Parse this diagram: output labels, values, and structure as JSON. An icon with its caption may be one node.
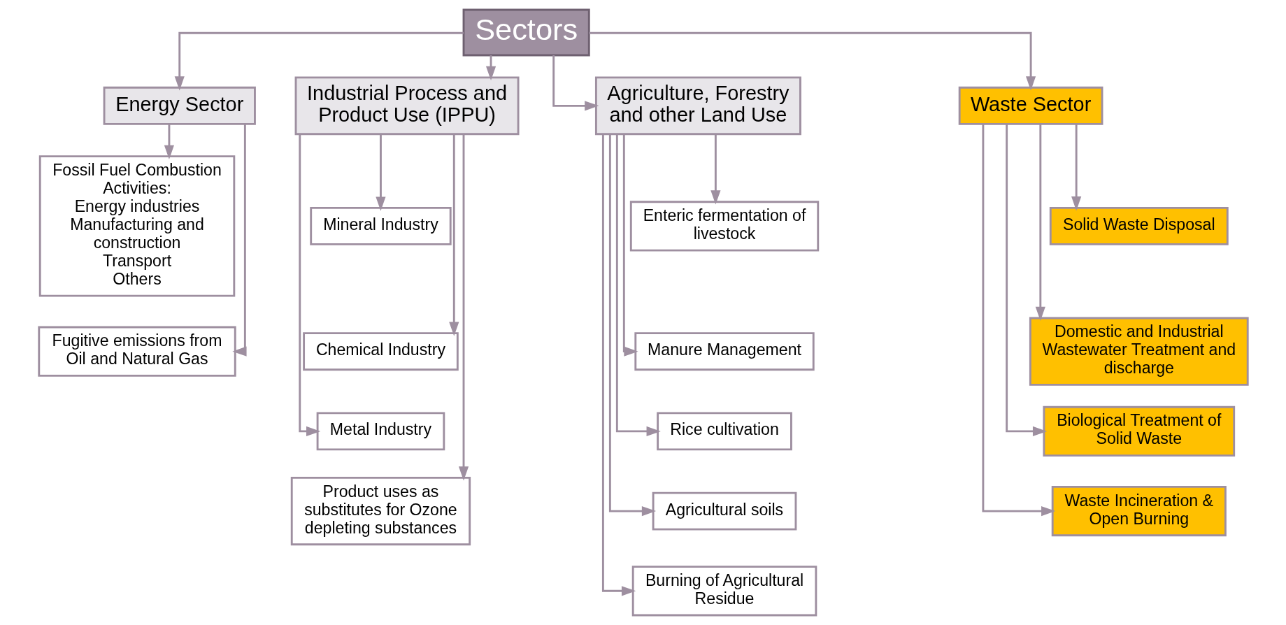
{
  "diagram": {
    "nodes": [
      {
        "text": [
          "Sectors"
        ]
      },
      {
        "text": [
          "Energy Sector"
        ]
      },
      {
        "text": [
          "Fossil Fuel Combustion Activities:",
          "Energy industries",
          "Manufacturing and construction",
          "Transport",
          "Others"
        ]
      },
      {
        "text": [
          "Fugitive emissions from Oil and Natural Gas"
        ]
      },
      {
        "text": [
          "Industrial Process and Product Use (IPPU)"
        ]
      },
      {
        "text": [
          "Mineral Industry"
        ]
      },
      {
        "text": [
          "Chemical Industry"
        ]
      },
      {
        "text": [
          "Metal Industry"
        ]
      },
      {
        "text": [
          "Product uses as substitutes for Ozone depleting substances"
        ]
      },
      {
        "text": [
          "Agriculture, Forestry and other Land Use"
        ]
      },
      {
        "text": [
          "Enteric fermentation of livestock"
        ]
      },
      {
        "text": [
          "Manure Management"
        ]
      },
      {
        "text": [
          "Rice cultivation"
        ]
      },
      {
        "text": [
          "Agricultural soils"
        ]
      },
      {
        "text": [
          "Burning of Agricultural Residue"
        ]
      },
      {
        "text": [
          "Waste Sector"
        ]
      },
      {
        "text": [
          "Solid Waste Disposal"
        ]
      },
      {
        "text": [
          "Domestic and Industrial Wastewater Treatment and discharge"
        ]
      },
      {
        "text": [
          "Biological Treatment of Solid Waste"
        ]
      },
      {
        "text": [
          "Waste Incineration & Open Burning"
        ]
      }
    ],
    "edges": [
      {
        "from": 0,
        "to": 1,
        "arrow": "to"
      },
      {
        "from": 0,
        "to": 4,
        "arrow": "to"
      },
      {
        "from": 0,
        "to": 9,
        "arrow": "to"
      },
      {
        "from": 0,
        "to": 15,
        "arrow": "to"
      },
      {
        "from": 1,
        "to": 2,
        "arrow": "to"
      },
      {
        "from": 1,
        "to": 3,
        "arrow": "to"
      },
      {
        "from": 4,
        "to": 5,
        "arrow": "to"
      },
      {
        "from": 4,
        "to": 6,
        "arrow": "to"
      },
      {
        "from": 4,
        "to": 7,
        "arrow": "to"
      },
      {
        "from": 4,
        "to": 8,
        "arrow": "to"
      },
      {
        "from": 9,
        "to": 10,
        "arrow": "to"
      },
      {
        "from": 9,
        "to": 11,
        "arrow": "to"
      },
      {
        "from": 9,
        "to": 12,
        "arrow": "to"
      },
      {
        "from": 9,
        "to": 13,
        "arrow": "to"
      },
      {
        "from": 9,
        "to": 14,
        "arrow": "to"
      },
      {
        "from": 15,
        "to": 16,
        "arrow": "to"
      },
      {
        "from": 15,
        "to": 17,
        "arrow": "to"
      },
      {
        "from": 15,
        "to": 18,
        "arrow": "to"
      },
      {
        "from": 15,
        "to": 19,
        "arrow": "to"
      }
    ]
  }
}
